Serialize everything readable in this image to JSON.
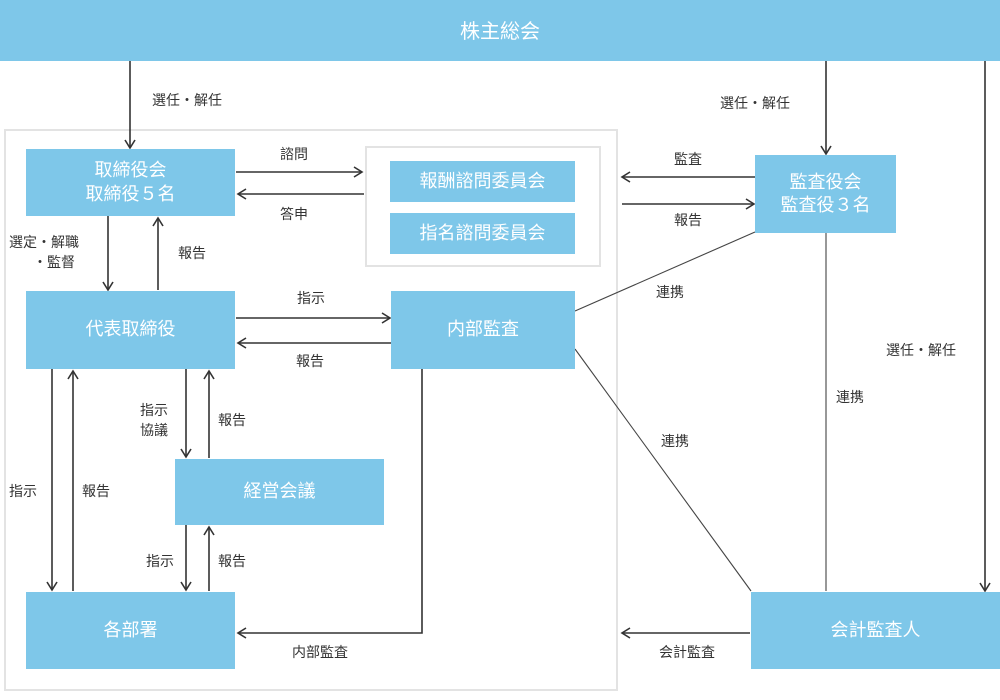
{
  "nodes": {
    "shareholders": "株主総会",
    "board": {
      "line1": "取締役会",
      "line2": "取締役５名"
    },
    "remuneration": "報酬諮問委員会",
    "nomination": "指名諮問委員会",
    "auditors": {
      "line1": "監査役会",
      "line2": "監査役３名"
    },
    "ceo": "代表取締役",
    "internal_audit": "内部監査",
    "management": "経営会議",
    "departments": "各部署",
    "accounting_auditor": "会計監査人"
  },
  "labels": {
    "appoint_board": "選任・解任",
    "appoint_auditors": "選任・解任",
    "appoint_accounting": "選任・解任",
    "consult": "諮問",
    "answer": "答申",
    "audit_board": "監査",
    "report_board": "報告",
    "select_line1": "選定・解職",
    "select_line2": "・監督",
    "report_ceo_board": "報告",
    "instruct_internal": "指示",
    "report_internal": "報告",
    "liaison_1": "連携",
    "liaison_2": "連携",
    "liaison_3": "連携",
    "instruct_confer_line1": "指示",
    "instruct_confer_line2": "協議",
    "report_management": "報告",
    "instruct_dept": "指示",
    "report_dept": "報告",
    "instruct_dept_mgmt": "指示",
    "report_dept_mgmt": "報告",
    "internal_audit_dept": "内部監査",
    "accounting_audit": "会計監査"
  },
  "colors": {
    "box": "#7ec7e9",
    "text": "#ffffff",
    "line": "#333333",
    "frame": "#e3e3e3"
  }
}
